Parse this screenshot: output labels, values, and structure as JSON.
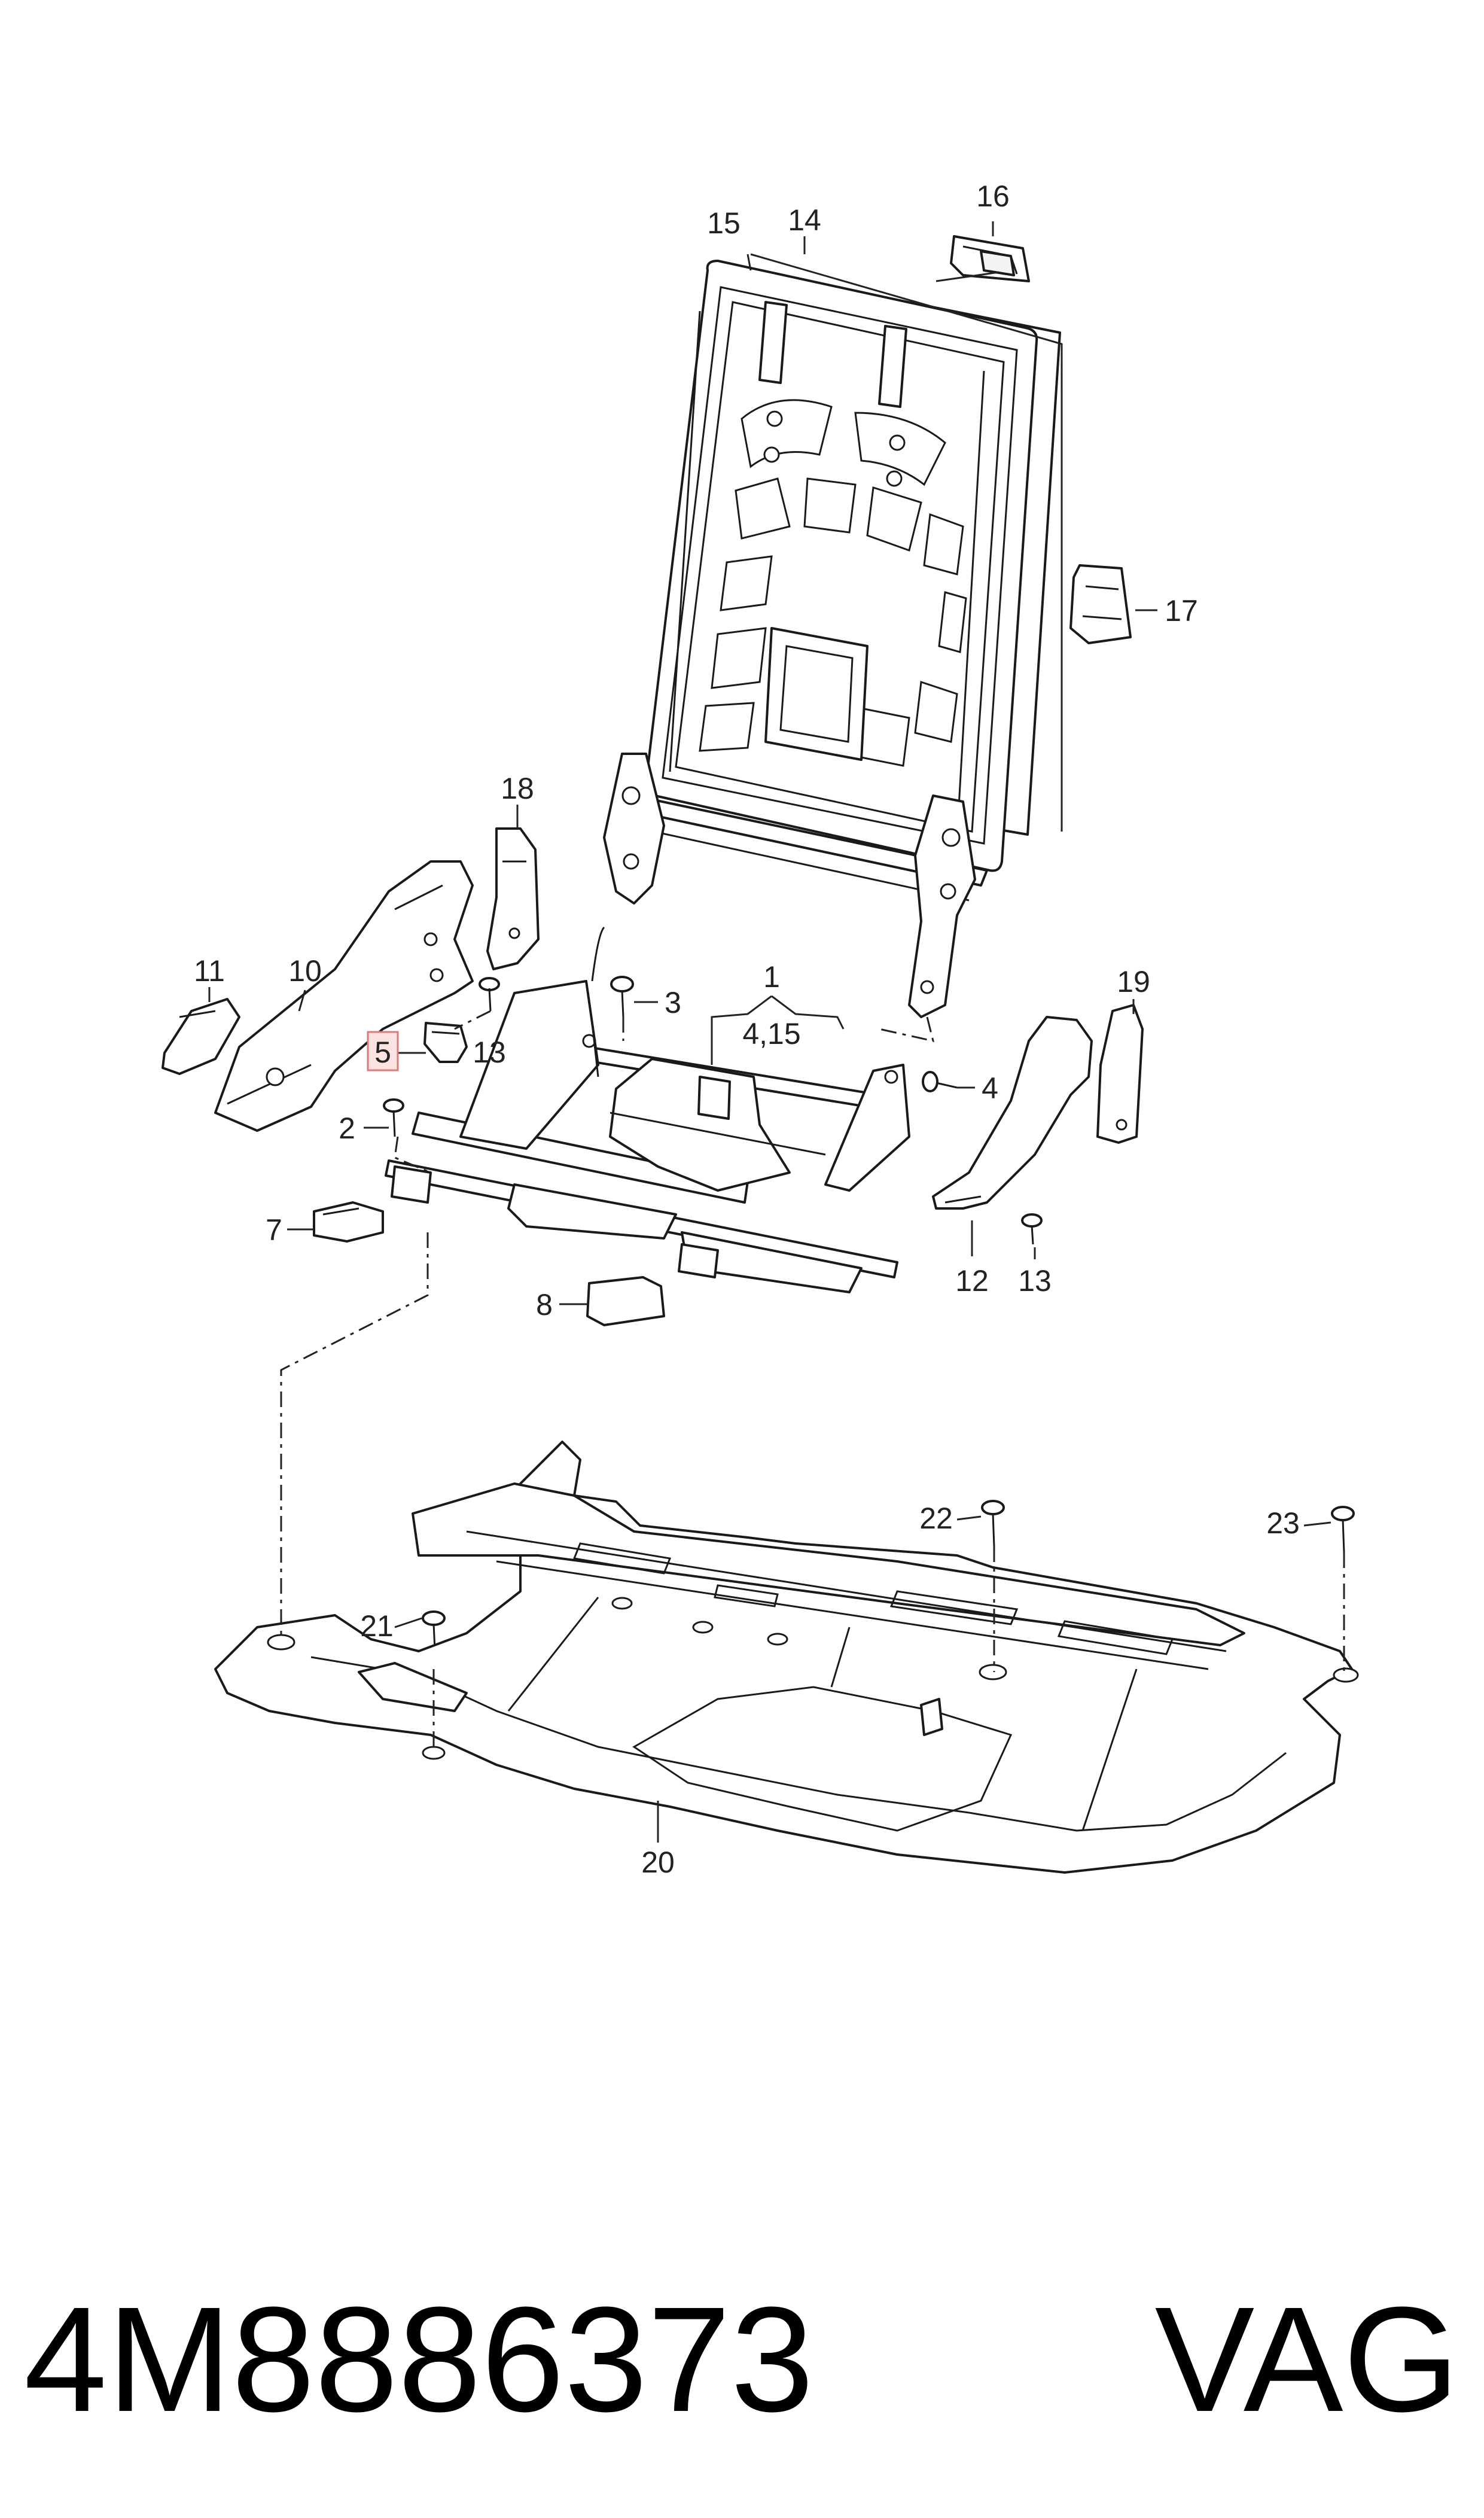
{
  "callouts": {
    "c1": "1",
    "c2": "2",
    "c3": "3",
    "c4a": "4",
    "c4_15": "4,15",
    "c5": "5",
    "c7": "7",
    "c8": "8",
    "c10": "10",
    "c11": "11",
    "c12": "12",
    "c13a": "13",
    "c13b": "13",
    "c14": "14",
    "c15": "15",
    "c16": "16",
    "c17": "17",
    "c18": "18",
    "c19": "19",
    "c20": "20",
    "c21": "21",
    "c22": "22",
    "c23": "23"
  },
  "highlighted_callout": "5",
  "highlight_color": "#fde2e2",
  "footer": {
    "part_number": "4M8886373",
    "brand": "VAG"
  }
}
